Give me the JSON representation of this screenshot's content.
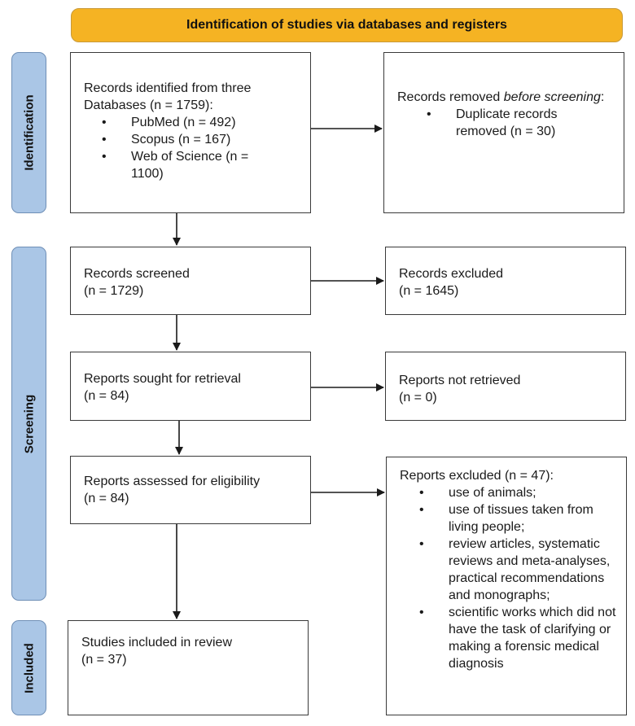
{
  "header": {
    "title": "Identification of studies via databases and registers"
  },
  "phases": {
    "identification": "Identification",
    "screening": "Screening",
    "included": "Included"
  },
  "identified": {
    "line1": "Records identified from three",
    "line2": "Databases (n = 1759):",
    "items": [
      "PubMed (n = 492)",
      "Scopus (n = 167)",
      "Web of Science (n = 1100)"
    ]
  },
  "removed": {
    "prefix": "Records removed ",
    "emph": "before screening",
    "suffix": ":",
    "items": [
      "Duplicate records removed (n = 30)"
    ]
  },
  "screened": {
    "label": "Records screened",
    "count": "(n = 1729)"
  },
  "excluded_records": {
    "label": "Records excluded",
    "count": "(n = 1645)"
  },
  "sought": {
    "label": "Reports sought for retrieval",
    "count": "(n = 84)"
  },
  "not_retrieved": {
    "label": "Reports not retrieved",
    "count": "(n = 0)"
  },
  "assessed": {
    "label": "Reports assessed for eligibility",
    "count": "(n = 84)"
  },
  "excluded_reports": {
    "label": "Reports excluded (n = 47):",
    "items": [
      "use of animals;",
      "use of tissues taken from living people;",
      "review articles, systematic reviews and meta-analyses, practical recommendations and monographs;",
      "scientific works which did not have the task of clarifying or making a forensic medical diagnosis"
    ]
  },
  "included": {
    "label": "Studies included in review",
    "count": "(n = 37)"
  },
  "colors": {
    "banner": "#f5b323",
    "phase": "#aac6e6",
    "border": "#3a3a3a"
  }
}
